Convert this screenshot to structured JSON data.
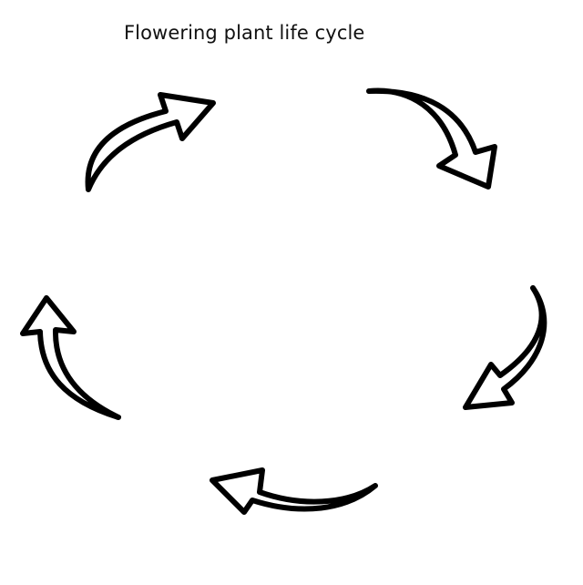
{
  "diagram": {
    "title": "Flowering plant life cycle",
    "arrows": [
      {
        "id": "arrow-top-left",
        "direction": "clockwise"
      },
      {
        "id": "arrow-top-right",
        "direction": "clockwise"
      },
      {
        "id": "arrow-right",
        "direction": "clockwise"
      },
      {
        "id": "arrow-bottom",
        "direction": "clockwise"
      },
      {
        "id": "arrow-left",
        "direction": "clockwise"
      }
    ],
    "colors": {
      "stroke": "#000000",
      "fill": "#ffffff",
      "background": "#ffffff"
    }
  }
}
